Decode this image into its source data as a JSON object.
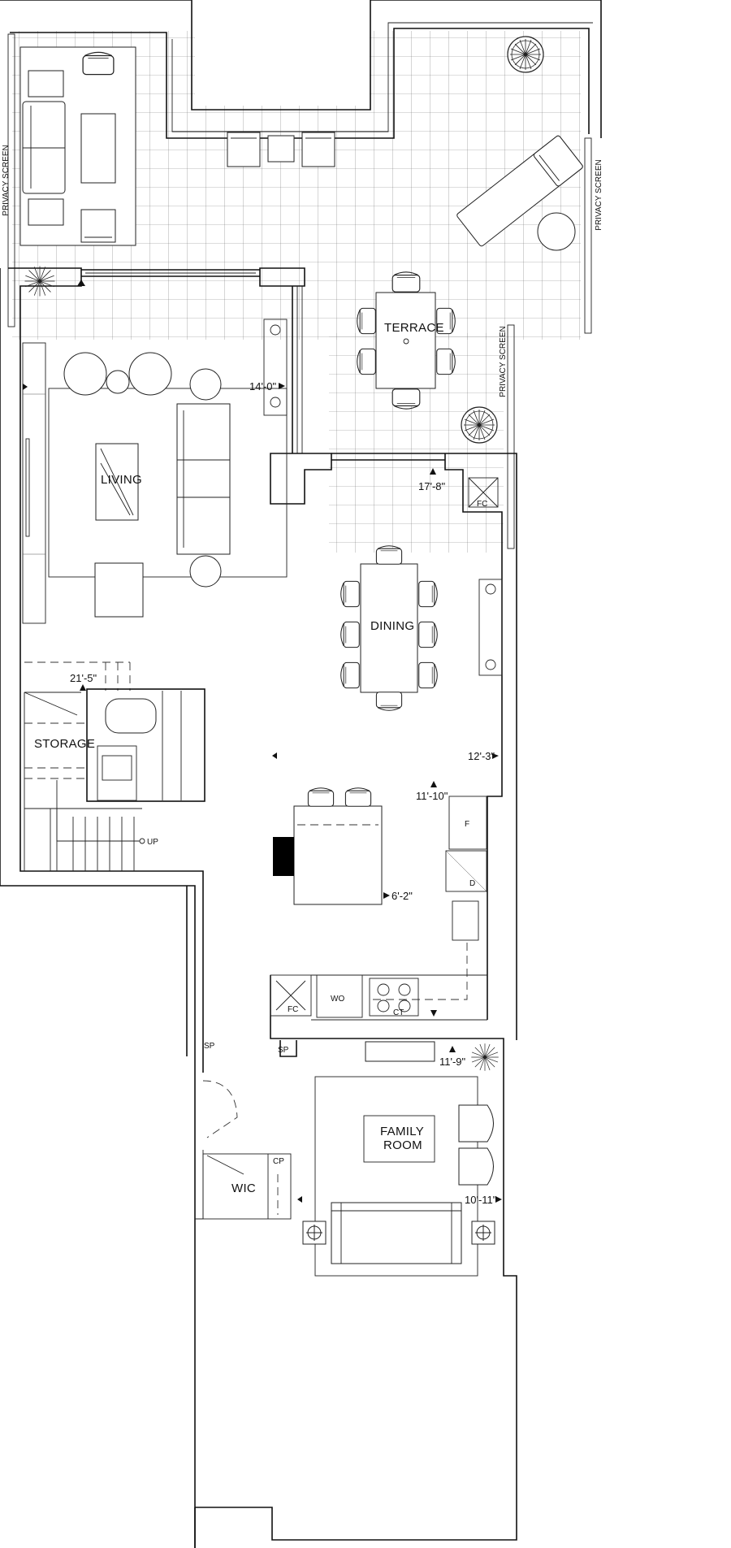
{
  "rooms": {
    "terrace": "TERRACE",
    "living": "LIVING",
    "dining": "DINING",
    "storage": "STORAGE",
    "family_line1": "FAMILY",
    "family_line2": "ROOM",
    "wic": "WIC"
  },
  "labels": {
    "privacy_screen": "PRIVACY SCREEN",
    "up": "UP",
    "fc": "FC",
    "fridge": "F",
    "dishwasher": "D",
    "wall_oven": "WO",
    "cooktop": "CT",
    "sp": "SP",
    "cp": "CP"
  },
  "dimensions": {
    "living": "14'-0\"",
    "terrace": "17'-8\"",
    "storage": "21'-5\"",
    "dining": "12'-3\"",
    "kitchen_a": "11'-10\"",
    "kitchen_b": "6'-2\"",
    "family_a": "11'-9\"",
    "family_b": "10'-11\""
  }
}
